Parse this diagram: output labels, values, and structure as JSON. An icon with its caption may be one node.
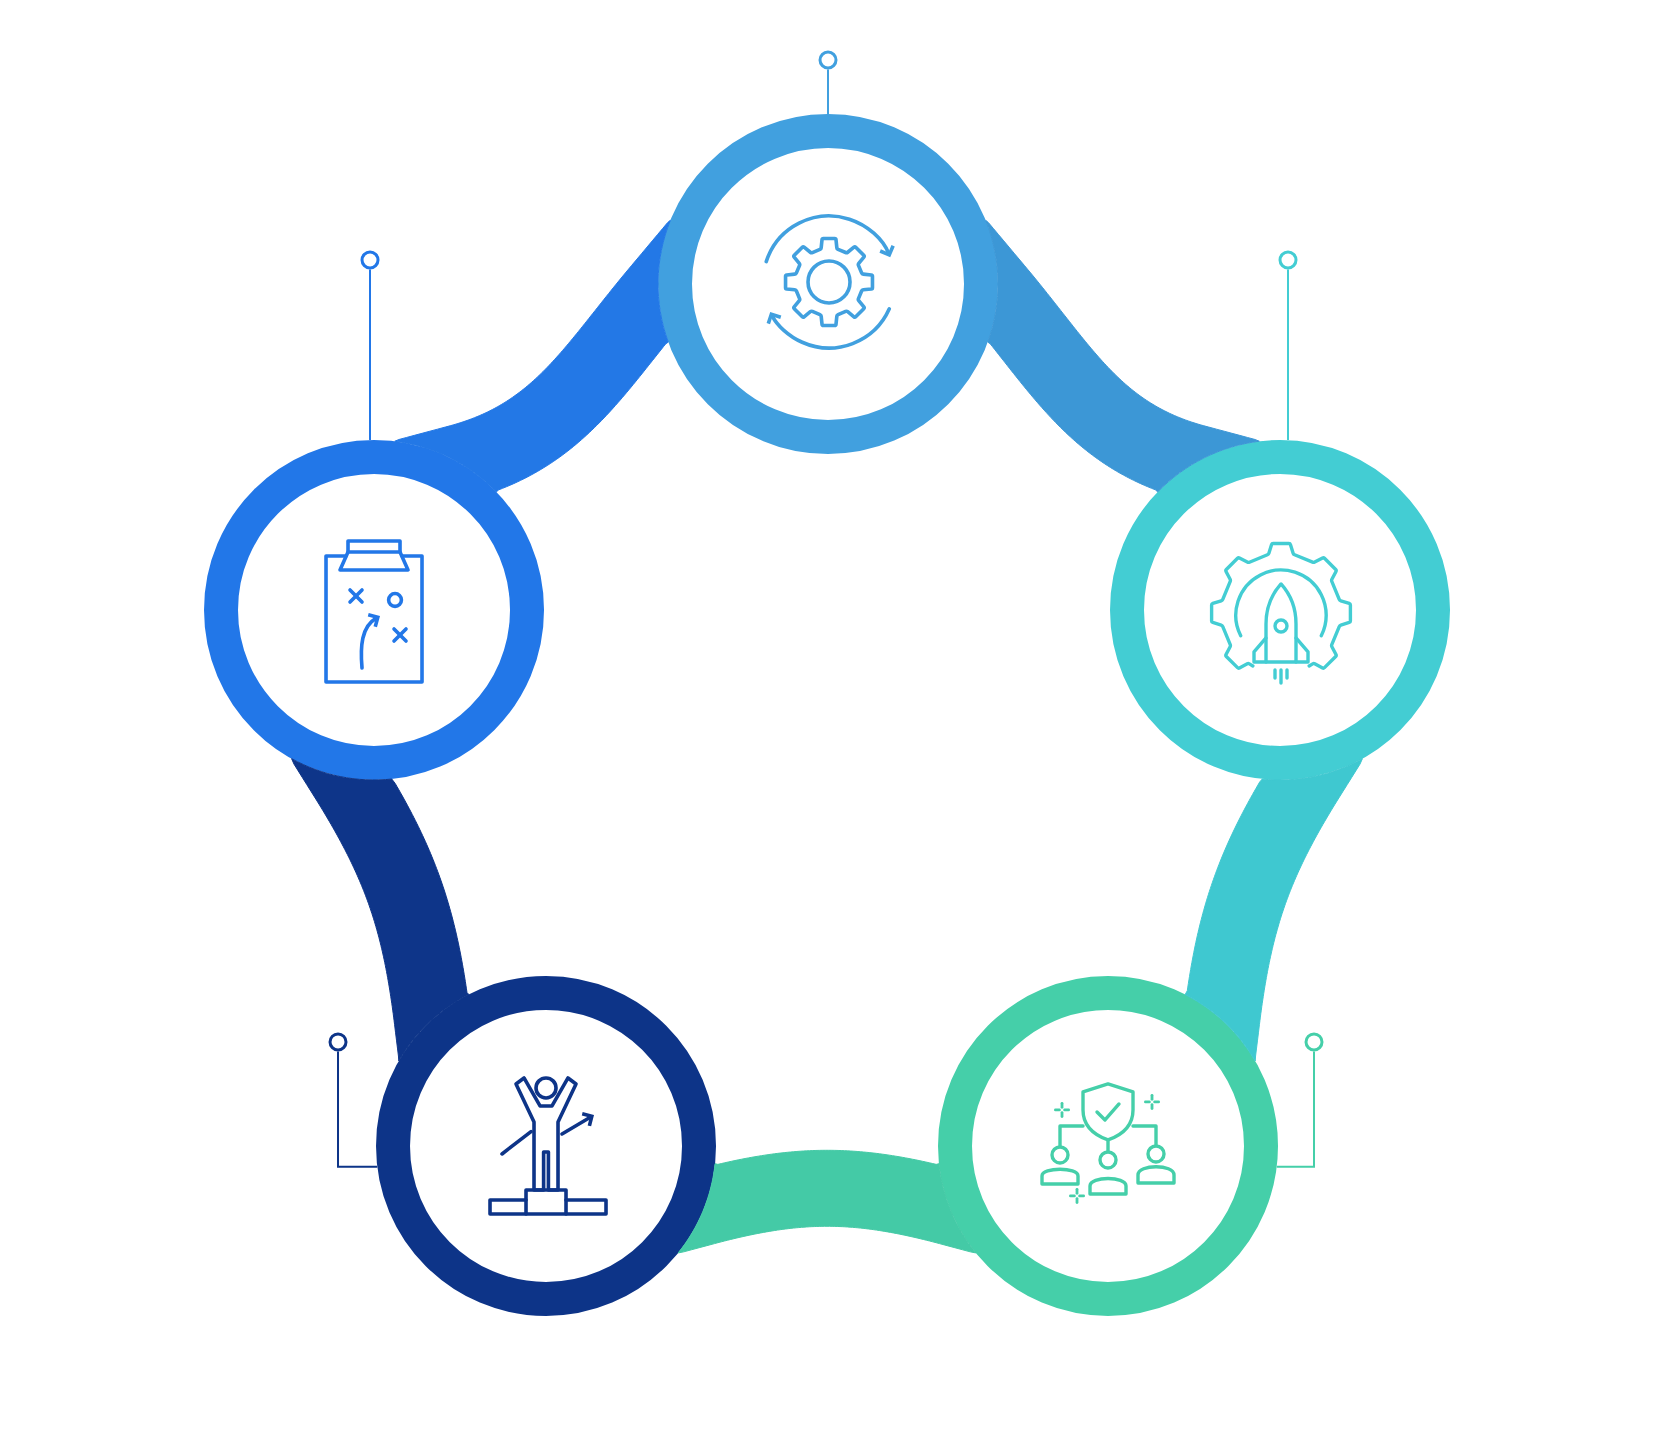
{
  "diagram": {
    "nodes": [
      {
        "text": [],
        "shape": "circle"
      },
      {
        "text": [],
        "shape": "circle"
      },
      {
        "text": [],
        "shape": "circle"
      },
      {
        "text": [],
        "shape": "circle"
      },
      {
        "text": [],
        "shape": "circle"
      },
      {
        "text": [],
        "shape": "circle"
      },
      {
        "text": [],
        "shape": "circle"
      },
      {
        "text": [],
        "shape": "circle"
      },
      {
        "text": [],
        "shape": "circle"
      },
      {
        "text": [],
        "shape": "circle"
      }
    ],
    "edges": [
      {
        "from": 0,
        "to": 2,
        "arrow": "none",
        "style": "thick",
        "color": "#3c97d6"
      },
      {
        "from": 2,
        "to": 4,
        "arrow": "none",
        "style": "thick",
        "color": "#3fc8d0"
      },
      {
        "from": 4,
        "to": 3,
        "arrow": "none",
        "style": "thick",
        "color": "#44caa6"
      },
      {
        "from": 3,
        "to": 1,
        "arrow": "none",
        "style": "thick",
        "color": "#0e3589"
      },
      {
        "from": 1,
        "to": 0,
        "arrow": "none",
        "style": "thick",
        "color": "#2378e6"
      },
      {
        "from": 5,
        "to": 0,
        "arrow": "none",
        "color": "#41a0df"
      },
      {
        "from": 6,
        "to": 1,
        "arrow": "none",
        "color": "#2277e8"
      },
      {
        "from": 7,
        "to": 2,
        "arrow": "none",
        "color": "#43cdd3"
      },
      {
        "from": 8,
        "to": 3,
        "arrow": "none",
        "color": "#0d3488"
      },
      {
        "from": 9,
        "to": 4,
        "arrow": "none",
        "color": "#45cfa9"
      }
    ]
  }
}
